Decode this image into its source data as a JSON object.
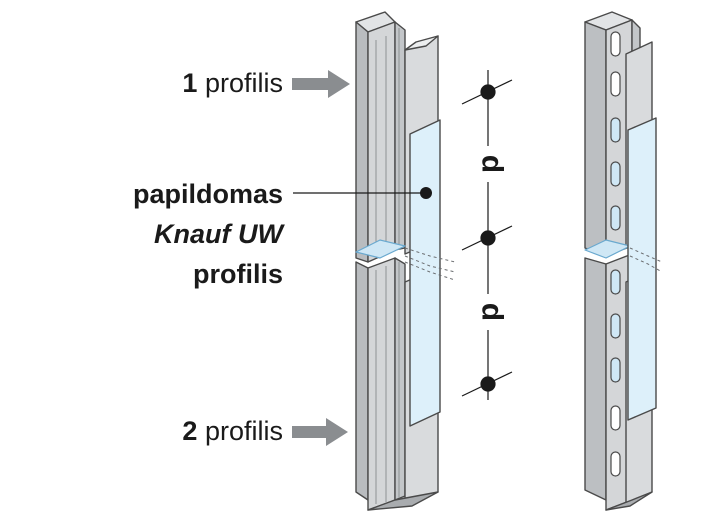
{
  "labels": {
    "profile_1_num": "1",
    "profile_1_word": "profilis",
    "profile_2_num": "2",
    "profile_2_word": "profilis",
    "extension_line1": "papildomas",
    "extension_line2": "Knauf UW",
    "extension_line3": "profilis"
  },
  "spacing_label_upper": "p",
  "spacing_label_lower": "p",
  "colors": {
    "steel": "#d4d6d8",
    "steel_dark": "#b4b7ba",
    "steel_shadow": "#9da0a3",
    "outline": "#4a4a4a",
    "extension_fill": "#ddf0fa",
    "arrow": "#8a8d90",
    "ink": "#1a1a1a"
  }
}
